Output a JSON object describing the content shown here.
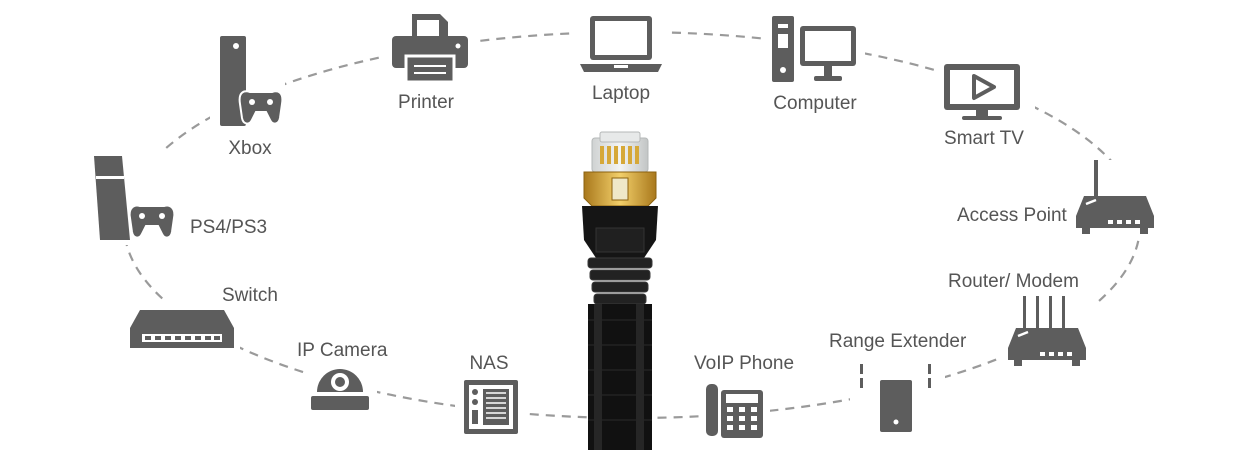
{
  "colors": {
    "icon": "#5d5d5d",
    "label": "#555555",
    "dash": "#9a9a9a",
    "cable": "#111111",
    "gold": "#d4a32a"
  },
  "devices": [
    {
      "key": "laptop",
      "label": "Laptop",
      "icon": "laptop-icon"
    },
    {
      "key": "computer",
      "label": "Computer",
      "icon": "desktop-computer-icon"
    },
    {
      "key": "smarttv",
      "label": "Smart TV",
      "icon": "smart-tv-icon"
    },
    {
      "key": "accesspoint",
      "label": "Access Point",
      "icon": "access-point-icon"
    },
    {
      "key": "router",
      "label": "Router/ Modem",
      "icon": "router-icon"
    },
    {
      "key": "extender",
      "label": "Range Extender",
      "icon": "range-extender-icon"
    },
    {
      "key": "voip",
      "label": "VoIP Phone",
      "icon": "voip-phone-icon"
    },
    {
      "key": "nas",
      "label": "NAS",
      "icon": "nas-icon"
    },
    {
      "key": "camera",
      "label": "IP Camera",
      "icon": "ip-camera-icon"
    },
    {
      "key": "switch",
      "label": "Switch",
      "icon": "network-switch-icon"
    },
    {
      "key": "ps",
      "label": "PS4/PS3",
      "icon": "playstation-icon"
    },
    {
      "key": "xbox",
      "label": "Xbox",
      "icon": "xbox-icon"
    },
    {
      "key": "printer",
      "label": "Printer",
      "icon": "printer-icon"
    }
  ],
  "cable": {
    "icon": "ethernet-cable-icon"
  }
}
